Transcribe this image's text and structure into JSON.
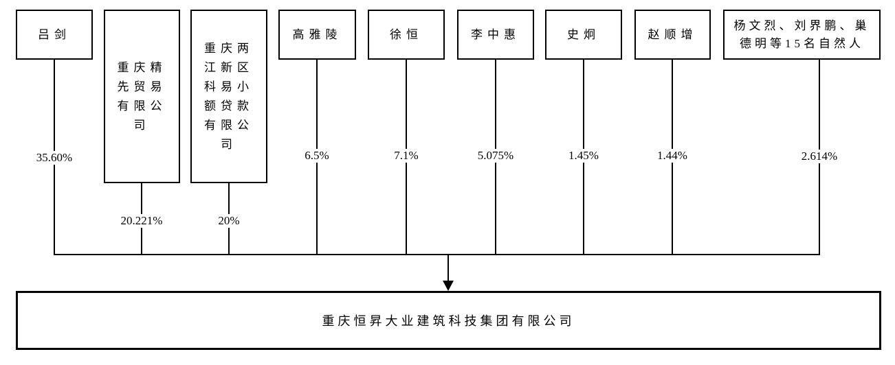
{
  "diagram_title": "equity-structure-chart",
  "colors": {
    "line": "#000000",
    "background": "#ffffff",
    "text": "#000000"
  },
  "shareholders": [
    {
      "name": "吕剑",
      "ownership": "35.60%"
    },
    {
      "name": "重庆精先贸易有限公司",
      "ownership": "20.221%"
    },
    {
      "name": "重庆两江新区科易小额贷款有限公司",
      "ownership": "20%"
    },
    {
      "name": "高雅陵",
      "ownership": "6.5%"
    },
    {
      "name": "徐恒",
      "ownership": "7.1%"
    },
    {
      "name": "李中惠",
      "ownership": "5.075%"
    },
    {
      "name": "史炯",
      "ownership": "1.45%"
    },
    {
      "name": "赵顺增",
      "ownership": "1.44%"
    },
    {
      "name": "杨文烈、刘界鹏、巢德明等15名自然人",
      "ownership": "2.614%"
    }
  ],
  "company": {
    "name": "重庆恒昇大业建筑科技集团有限公司"
  }
}
